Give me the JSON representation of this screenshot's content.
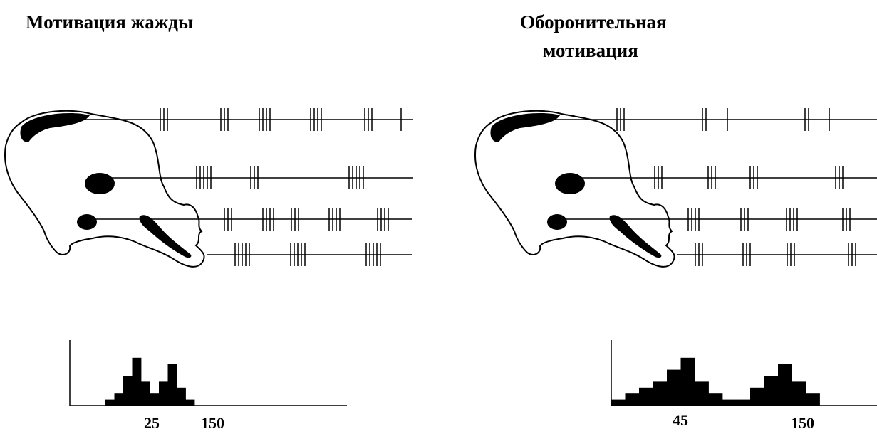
{
  "panels": [
    {
      "title_lines": [
        "Мотивация жажды"
      ],
      "histogram": {
        "bins": [
          0,
          0,
          0,
          0,
          1,
          2,
          5,
          8,
          4,
          2,
          4,
          7,
          3,
          1,
          0,
          0,
          0,
          0,
          0,
          0
        ],
        "tick_labels": [
          "25",
          "150"
        ]
      },
      "spike_trains": [
        {
          "ticks": [
            {
              "count": 3
            },
            {
              "count": 3
            },
            {
              "count": 4
            },
            {
              "count": 4
            },
            {
              "count": 3
            },
            {
              "count": 1
            }
          ]
        },
        {
          "ticks": [
            {
              "count": 5
            },
            {
              "count": 3
            },
            {
              "count": 5
            }
          ]
        },
        {
          "ticks": [
            {
              "count": 3
            },
            {
              "count": 4
            },
            {
              "count": 3
            },
            {
              "count": 4
            },
            {
              "count": 4
            }
          ]
        },
        {
          "ticks": [
            {
              "count": 5
            },
            {
              "count": 5
            },
            {
              "count": 5
            }
          ]
        }
      ]
    },
    {
      "title_lines": [
        "Оборонительная",
        "мотивация"
      ],
      "histogram": {
        "bins": [
          1,
          2,
          3,
          4,
          6,
          8,
          4,
          2,
          1,
          1,
          3,
          5,
          7,
          4,
          2,
          0
        ],
        "tick_labels": [
          "45",
          "150"
        ]
      },
      "spike_trains": [
        {
          "ticks": [
            {
              "count": 3
            },
            {
              "count": 2
            },
            {
              "count": 1
            },
            {
              "count": 2
            },
            {
              "count": 1
            }
          ]
        },
        {
          "ticks": [
            {
              "count": 3
            },
            {
              "count": 3
            },
            {
              "count": 3
            },
            {
              "count": 3
            }
          ]
        },
        {
          "ticks": [
            {
              "count": 4
            },
            {
              "count": 3
            },
            {
              "count": 4
            },
            {
              "count": 3
            }
          ]
        },
        {
          "ticks": [
            {
              "count": 3
            },
            {
              "count": 3
            },
            {
              "count": 3
            },
            {
              "count": 3
            }
          ]
        }
      ]
    }
  ],
  "colors": {
    "ink": "#000000",
    "background": "#ffffff"
  }
}
